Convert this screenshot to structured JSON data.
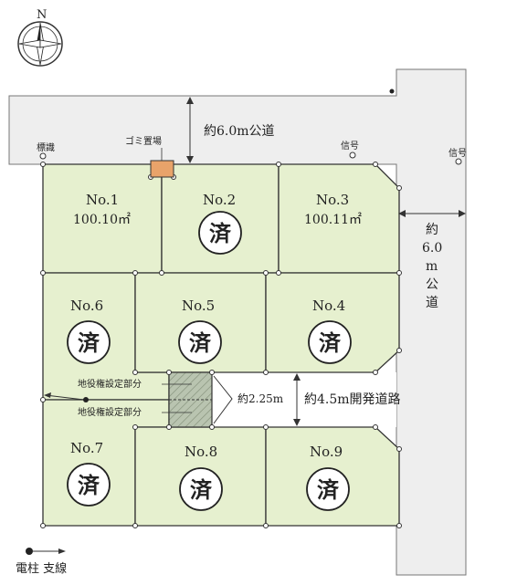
{
  "compass": {
    "north_label": "N"
  },
  "roads": {
    "top": "約6.0m公道",
    "right_v": [
      "約",
      "6.0",
      "m",
      "公",
      "道"
    ],
    "dev": "約4.5m開発道路"
  },
  "markers": {
    "hyoshiki": "標識",
    "gomi": "ゴミ置場",
    "shingo_1": "信号",
    "shingo_2": "信号"
  },
  "easement": {
    "label_1": "地役権設定部分",
    "label_2": "地役権設定部分",
    "width": "約2.25m"
  },
  "lots": [
    {
      "id": "1",
      "label": "No.1",
      "area": "100.10㎡",
      "sold": false
    },
    {
      "id": "2",
      "label": "No.2",
      "area": "",
      "sold": true
    },
    {
      "id": "3",
      "label": "No.3",
      "area": "100.11㎡",
      "sold": false
    },
    {
      "id": "4",
      "label": "No.4",
      "area": "",
      "sold": true
    },
    {
      "id": "5",
      "label": "No.5",
      "area": "",
      "sold": true
    },
    {
      "id": "6",
      "label": "No.6",
      "area": "",
      "sold": true
    },
    {
      "id": "7",
      "label": "No.7",
      "area": "",
      "sold": true
    },
    {
      "id": "8",
      "label": "No.8",
      "area": "",
      "sold": true
    },
    {
      "id": "9",
      "label": "No.9",
      "area": "",
      "sold": true
    }
  ],
  "sold_mark": "済",
  "legend": {
    "text": "電柱 支線"
  },
  "colors": {
    "lot_fill": "#e6f0cf",
    "road_fill": "#eeeeee",
    "easement_fill": "#b9c4b0",
    "gomi_fill": "#e8a36a",
    "line": "#333333"
  }
}
